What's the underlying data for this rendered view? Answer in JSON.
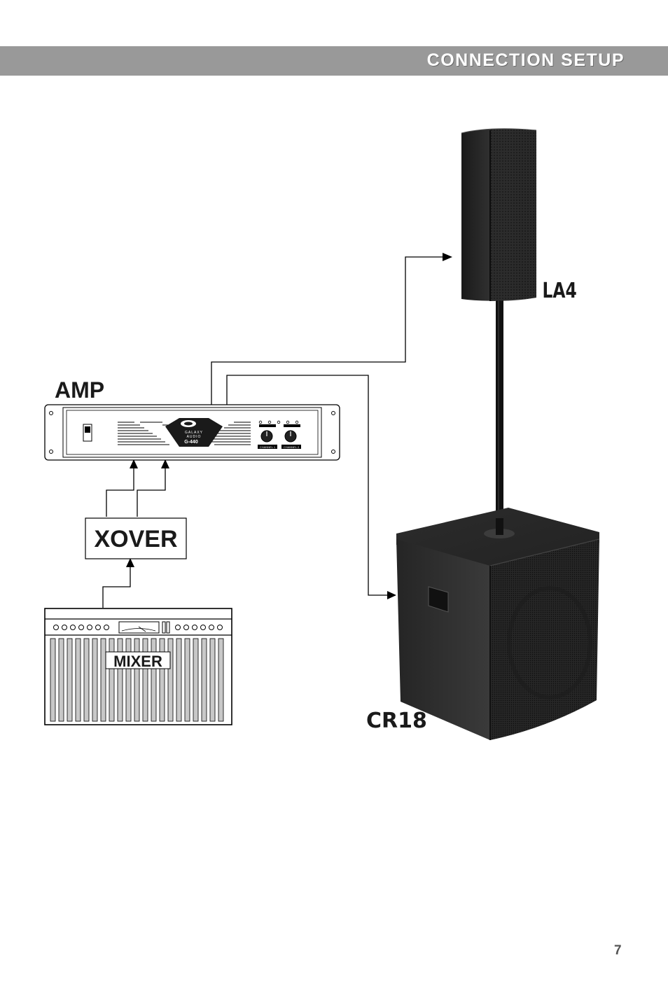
{
  "header": {
    "title": "CONNECTION SETUP",
    "bar_color": "#999999"
  },
  "diagram": {
    "amp": {
      "label": "AMP",
      "brand_top": "GALAXY",
      "brand_bottom": "AUDIO",
      "model": "G-440",
      "knob1_label": "CHANNEL 1",
      "knob2_label": "CHANNEL 2"
    },
    "xover": {
      "label": "XOVER"
    },
    "mixer": {
      "label": "MIXER"
    },
    "top_speaker": {
      "label": "LA4"
    },
    "subwoofer": {
      "label": "CR18"
    }
  },
  "page_number": "7"
}
